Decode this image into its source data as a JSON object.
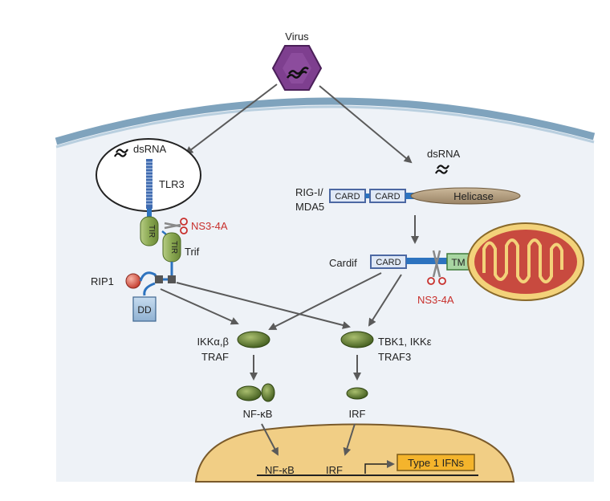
{
  "labels": {
    "virus": "Virus",
    "dsrna_left": "dsRNA",
    "tlr3": "TLR3",
    "tir": "TIR",
    "ns3_4a": "NS3-4A",
    "trif": "Trif",
    "rip1": "RIP1",
    "dd": "DD",
    "dsrna_right": "dsRNA",
    "rig_i": "RIG-I/",
    "mda5": "MDA5",
    "card": "CARD",
    "helicase": "Helicase",
    "cardif": "Cardif",
    "tm": "TM",
    "ikk_ab": "IKKα,β",
    "traf": "TRAF",
    "tbk1": "TBK1, IKKε",
    "traf3": "TRAF3",
    "nfkb": "NF-κB",
    "irf": "IRF",
    "nfkb_gene": "NF-κB",
    "irf_gene": "IRF",
    "type1_ifns": "Type 1 IFNs"
  },
  "colors": {
    "virus_fill": "#7e3f8f",
    "membrane": "#7fa3bd",
    "cytoplasm": "#eef2f7",
    "nucleus": "#f1ce85",
    "mitochondrion": "#c84a3f",
    "kinase_green": "#56702a",
    "card_box": "#4c68a3",
    "link_blue": "#2d73bf",
    "ns3_red": "#c8302c",
    "ifn_box": "#f4b42c"
  }
}
